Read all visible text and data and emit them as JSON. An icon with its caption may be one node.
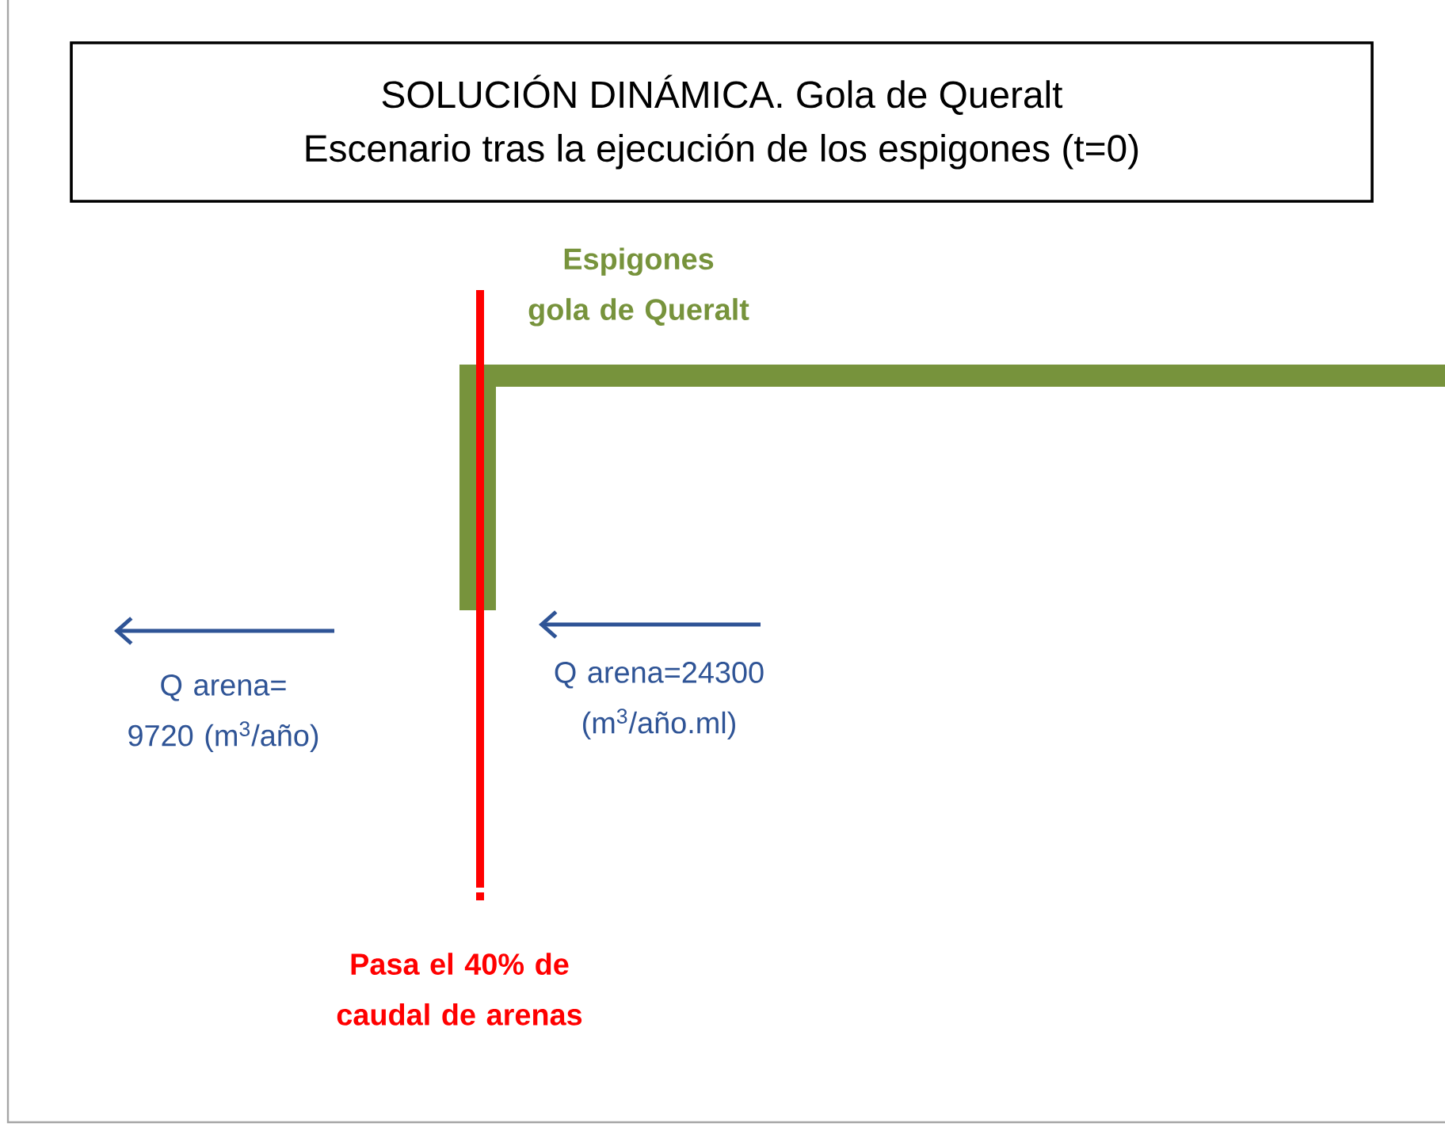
{
  "diagram": {
    "nodes": [
      {
        "text": [
          "SOLUCIÓN DINÁMICA. Gola de Queralt",
          "Escenario tras la ejecución de los espigones (t=0)"
        ]
      }
    ],
    "labels": [
      "Espigones gola de Queralt",
      "Q arena= 9720 (m$^{3}$/año)",
      "Q arena=24300 (m$^{3}$/año.ml)",
      "Pasa el 40% de caudal de arenas"
    ]
  }
}
